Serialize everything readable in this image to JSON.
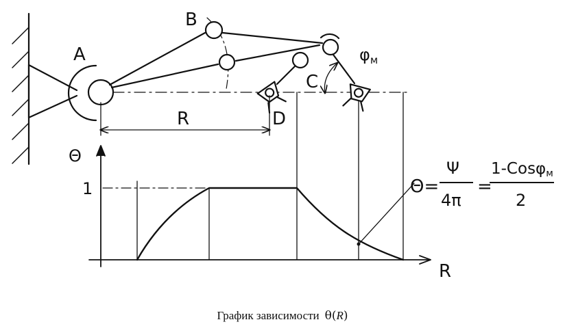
{
  "labels": {
    "point_a": "A",
    "point_b": "B",
    "point_c": "C",
    "point_d": "D",
    "angle_phi": "φ",
    "angle_phi_sub": "м",
    "dimension_r": "R",
    "axis_y": "Θ",
    "axis_x": "R",
    "tick_y_one": "1"
  },
  "formula": {
    "lhs": "Θ=",
    "frac1_num": "Ψ",
    "frac1_den": "4π",
    "equals": "=",
    "frac2_num": "1-Cosφ",
    "frac2_num_sub": "м",
    "frac2_den": "2"
  },
  "caption": {
    "text": "График зависимости",
    "math_symbol": "θ(",
    "math_var": "R",
    "math_close": ")"
  },
  "chart_data": {
    "type": "line",
    "xlabel": "R",
    "ylabel": "Θ",
    "y_ticks": [
      "1"
    ],
    "ylim": [
      0,
      1
    ],
    "description_points": [
      {
        "x": 0.0,
        "y": 0.0
      },
      {
        "x": 0.2,
        "y": 0.0
      },
      {
        "x": 0.6,
        "y": 1.0
      },
      {
        "x": 1.0,
        "y": 1.0
      },
      {
        "x": 1.45,
        "y": 0.0
      }
    ]
  },
  "colors": {
    "ink": "#111111",
    "background": "#ffffff"
  }
}
